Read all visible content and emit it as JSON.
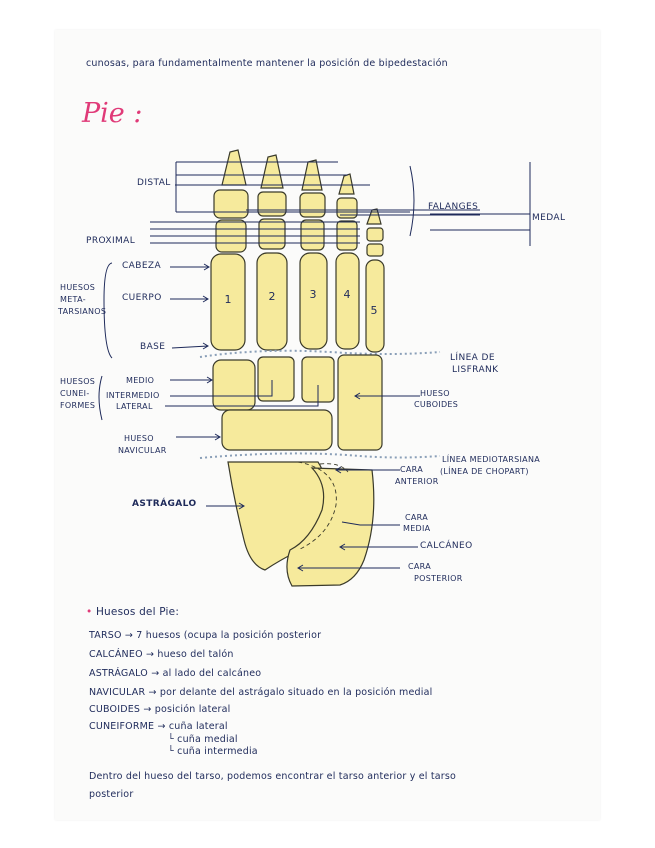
{
  "top_line": {
    "text": "cunosas, para fundamentalmente mantener la posición de bipedestación"
  },
  "title": "Pie :",
  "labels": {
    "distal": "DISTAL",
    "proximal": "PROXIMAL",
    "falanges": "FALANGES",
    "medal": "MEDAL",
    "cabeza": "CABEZA",
    "cuerpo": "CUERPO",
    "base": "BASE",
    "huesos_metatarsianos_1": "HUESOS",
    "huesos_metatarsianos_2": "META-",
    "huesos_metatarsianos_3": "TARSIANOS",
    "linea_lisfrank_1": "LÍNEA DE",
    "linea_lisfrank_2": "LISFRANK",
    "huesos_cuneiformes_1": "HUESOS",
    "huesos_cuneiformes_2": "CUNEI-",
    "huesos_cuneiformes_3": "FORMES",
    "medio": "MEDIO",
    "intermedio": "INTERMEDIO",
    "lateral": "LATERAL",
    "hueso_cuboides_1": "HUESO",
    "hueso_cuboides_2": "CUBOIDES",
    "hueso_navicular_1": "HUESO",
    "hueso_navicular_2": "NAVICULAR",
    "linea_mediotarsiana_1": "LÍNEA MEDIOTARSIANA",
    "linea_mediotarsiana_2": "(LÍNEA DE CHOPART)",
    "cara_anterior_1": "CARA",
    "cara_anterior_2": "ANTERIOR",
    "astragalo": "ASTRÁGALO",
    "cara_media_1": "CARA",
    "cara_media_2": "MEDIA",
    "calcaneo": "CALCÁNEO",
    "cara_posterior_1": "CARA",
    "cara_posterior_2": "POSTERIOR",
    "metatarsal_numbers": [
      "1",
      "2",
      "3",
      "4",
      "5"
    ]
  },
  "notes": {
    "heading": "Huesos del Pie:",
    "lines": [
      "TARSO → 7 huesos (ocupa la posición posterior",
      "CALCÁNEO → hueso del talón",
      "ASTRÁGALO → al lado del calcáneo",
      "NAVICULAR → por delante del astrágalo situado en la posición medial",
      "CUBOIDES → posición lateral",
      "CUNEIFORME → cuña lateral"
    ],
    "cuneiforme_sub": [
      "cuña medial",
      "cuña intermedia"
    ],
    "closing_1": "Dentro del hueso del tarso, podemos encontrar el tarso anterior y el tarso",
    "closing_2": "posterior"
  },
  "colors": {
    "ink": "#1e2a5a",
    "pink": "#e03a78",
    "bone_fill": "#f6ea9c",
    "bone_stroke": "#3a3a2a",
    "dotted_line": "#8a9fb8"
  }
}
